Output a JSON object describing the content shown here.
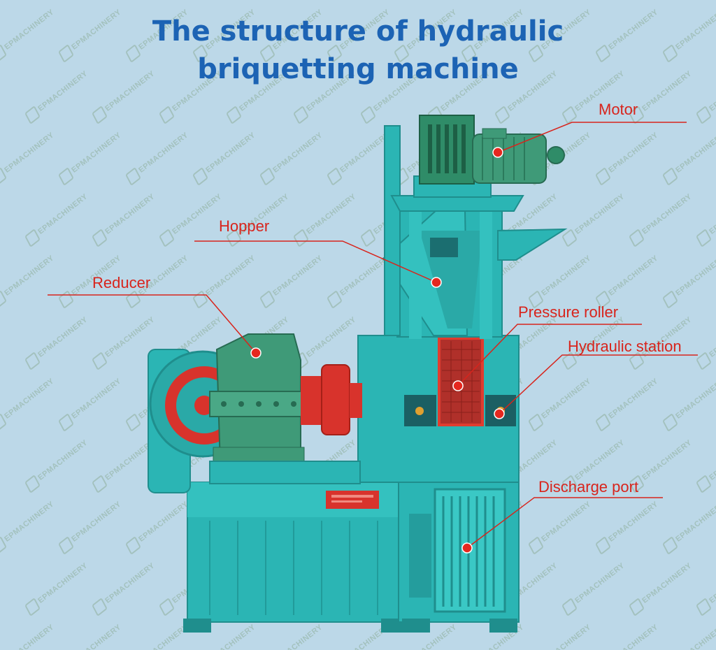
{
  "title": {
    "line1": "The structure of hydraulic",
    "line2": "briquetting machine"
  },
  "callouts": {
    "motor": "Motor",
    "hopper": "Hopper",
    "reducer": "Reducer",
    "pressure_roller": "Pressure roller",
    "hydraulic_station": "Hydraulic station",
    "discharge_port": "Discharge port"
  },
  "watermark_text": "EPMACHINERY",
  "colors": {
    "background": "#bcd8e8",
    "title": "#1c63b4",
    "callout": "#d8241c",
    "machine_body": "#2bb5b4",
    "gear_green": "#3f9a78",
    "red_parts": "#d8332c"
  }
}
